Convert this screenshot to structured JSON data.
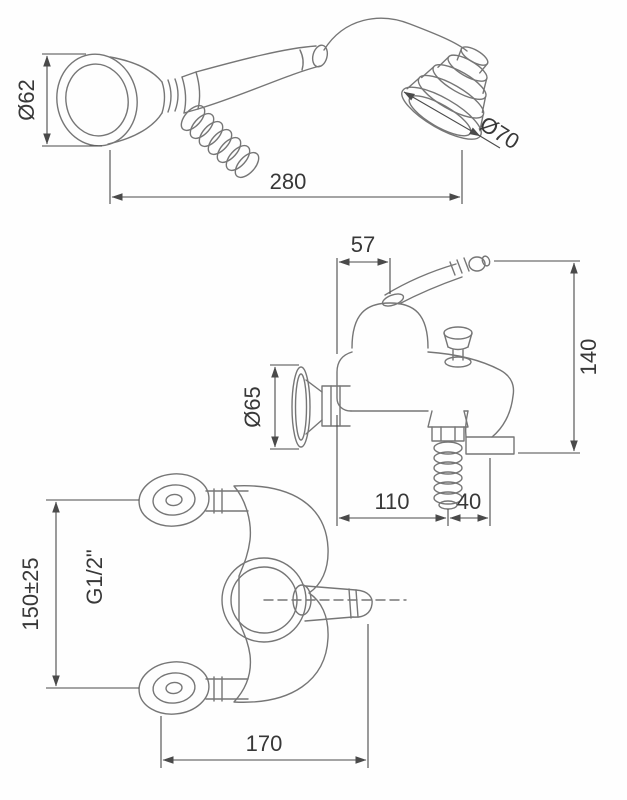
{
  "colors": {
    "line": "#767676",
    "dimension": "#4a4a4a",
    "text": "#383838"
  },
  "dimensions": {
    "hand_shower": {
      "head_diameter": "Ø62",
      "face_diameter": "Ø70",
      "length": "280"
    },
    "bath_mixer": {
      "top_width": "57",
      "height": "140",
      "flange_diameter": "Ø65",
      "length_left": "110",
      "length_right": "40"
    },
    "wall_mixer": {
      "thread": "G1/2\"",
      "height_range": "150±25",
      "width": "170"
    }
  }
}
